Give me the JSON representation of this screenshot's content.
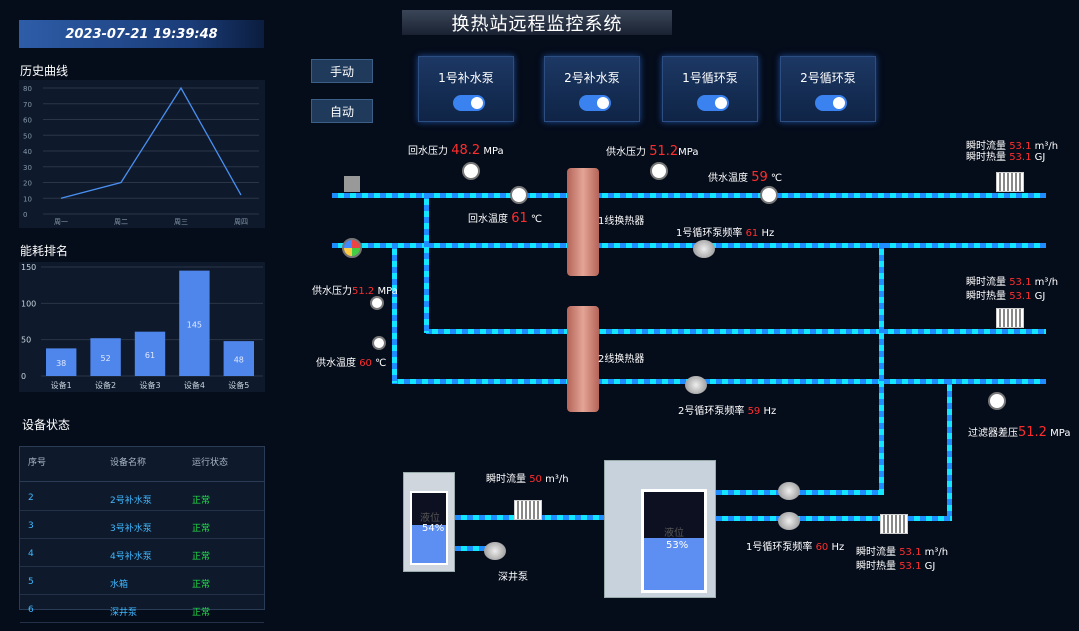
{
  "header": {
    "datetime": "2023-07-21 19:39:48",
    "title": "换热站远程监控系统"
  },
  "history": {
    "title": "历史曲线",
    "yticks": [
      "80",
      "70",
      "60",
      "50",
      "40",
      "30",
      "20",
      "10",
      "0"
    ],
    "xticks": [
      "周一",
      "周二",
      "周三",
      "周四"
    ]
  },
  "chart_data": [
    {
      "type": "line",
      "title": "历史曲线",
      "categories": [
        "周一",
        "周二",
        "周三",
        "周四"
      ],
      "values": [
        10,
        20,
        80,
        12
      ],
      "ylim": [
        0,
        80
      ]
    },
    {
      "type": "bar",
      "title": "能耗排名",
      "categories": [
        "设备1",
        "设备2",
        "设备3",
        "设备4",
        "设备5"
      ],
      "values": [
        38,
        52,
        61,
        145,
        48
      ],
      "ylim": [
        0,
        150
      ]
    }
  ],
  "energy": {
    "title": "能耗排名",
    "yticks": [
      "150",
      "100",
      "50",
      "0"
    ],
    "cats": [
      "设备1",
      "设备2",
      "设备3",
      "设备4",
      "设备5"
    ],
    "vals": [
      "38",
      "52",
      "61",
      "145",
      "48"
    ]
  },
  "status": {
    "title": "设备状态",
    "headers": [
      "序号",
      "设备名称",
      "运行状态"
    ],
    "rows": [
      [
        "2",
        "2号补水泵",
        "正常"
      ],
      [
        "3",
        "3号补水泵",
        "正常"
      ],
      [
        "4",
        "4号补水泵",
        "正常"
      ],
      [
        "5",
        "水箱",
        "正常"
      ],
      [
        "6",
        "深井泵",
        "正常"
      ]
    ]
  },
  "mode": {
    "manual": "手动",
    "auto": "自动"
  },
  "pumps": [
    "1号补水泵",
    "2号补水泵",
    "1号循环泵",
    "2号循环泵"
  ],
  "labels": {
    "return_pressure": "回水压力",
    "return_pressure_val": "48.2",
    "mpa": "MPa",
    "supply_pressure": "供水压力",
    "supply_pressure_val": "51.2",
    "supply_temp": "供水温度",
    "supply_temp_val": "59",
    "degc": "℃",
    "return_temp": "回水温度",
    "return_temp_val": "61",
    "hx1": "1线换热器",
    "hx2": "2线换热器",
    "pump1_freq": "1号循环泵频率",
    "pump1_freq_val": "61",
    "hz": "Hz",
    "pump2_freq": "2号循环泵频率",
    "pump2_freq_val": "59",
    "left_supply_pressure": "供水压力",
    "left_supply_pressure_val": "51.2",
    "left_supply_temp": "供水温度",
    "left_supply_temp_val": "60",
    "filter_diff": "过滤器差压",
    "filter_diff_val": "51.2",
    "flow": "瞬时流量",
    "flow_val": "53.1",
    "m3h": "m³/h",
    "heat": "瞬时热量",
    "heat_val": "53.1",
    "gj": "GJ",
    "tank_flow_val": "50",
    "deep_pump": "深井泵",
    "tank_level": "液位",
    "tank1_pct": "54%",
    "tank2_pct": "53%",
    "bottom_freq": "1号循环泵频率",
    "bottom_freq_val": "60"
  }
}
